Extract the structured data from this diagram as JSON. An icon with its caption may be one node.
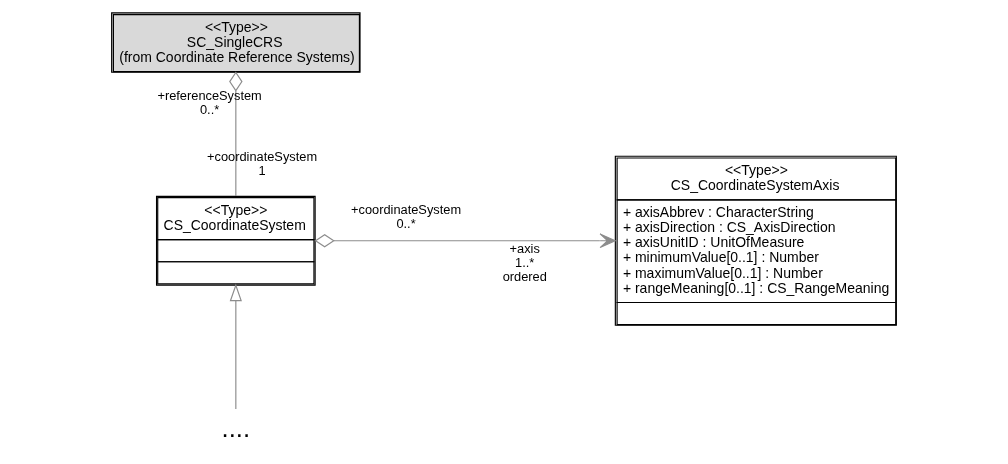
{
  "diagram": {
    "nodes": [
      {
        "text": [
          "<<Type>>",
          "SC_SingleCRS",
          "(from Coordinate Reference Systems)"
        ]
      },
      {
        "text": [
          "<<Type>>",
          "CS_CoordinateSystem"
        ]
      },
      {
        "text": [
          "<<Type>>",
          "CS_CoordinateSystemAxis",
          "+ axisAbbrev : CharacterString",
          "+ axisDirection : CS_AxisDirection",
          "+ axisUnitID : UnitOfMeasure",
          "+ minimumValue[0..1] : Number",
          "+ maximumValue[0..1] : Number",
          "+ rangeMeaning[0..1] : CS_RangeMeaning"
        ]
      },
      {
        "text": [
          "...."
        ]
      }
    ],
    "edges": [
      {
        "from": 1,
        "to": 0,
        "arrow": "other"
      },
      {
        "from": 1,
        "to": 2,
        "arrow": "to"
      },
      {
        "from": 3,
        "to": 1,
        "arrow": "to"
      }
    ],
    "labels": [
      "+referenceSystem",
      "0..*",
      "+coordinateSystem",
      "1",
      "+coordinateSystem",
      "+axis",
      "0..*",
      "1..*",
      "ordered"
    ]
  }
}
